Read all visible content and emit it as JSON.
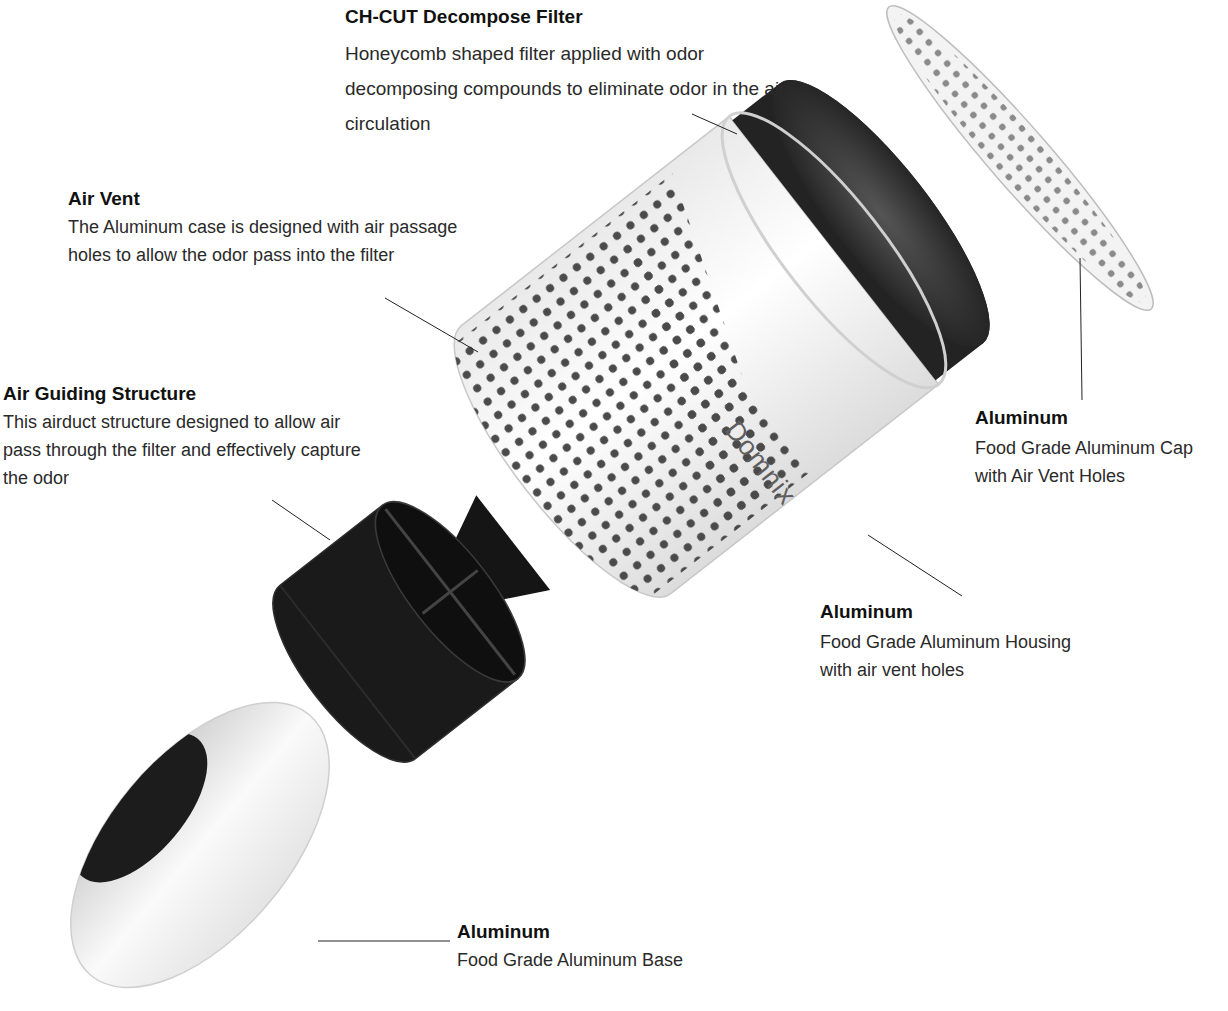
{
  "diagram": {
    "labels": [
      "CH-CUT Decompose Filter",
      "Honeycomb shaped filter applied with odor decomposing compounds to eliminate odor in the air circulation",
      "Air Vent",
      "The Aluminum case is designed with air passage holes to allow the odor pass into the filter",
      "Air Guiding Structure",
      "This airduct structure designed to allow air pass through the filter and effectively capture the odor",
      "Aluminum",
      "Food Grade Aluminum Cap with Air Vent Holes",
      "Domnix",
      "Aluminum",
      "Food Grade Aluminum Housing with air vent holes",
      "Aluminum",
      "Food Grade Aluminum Base"
    ]
  }
}
